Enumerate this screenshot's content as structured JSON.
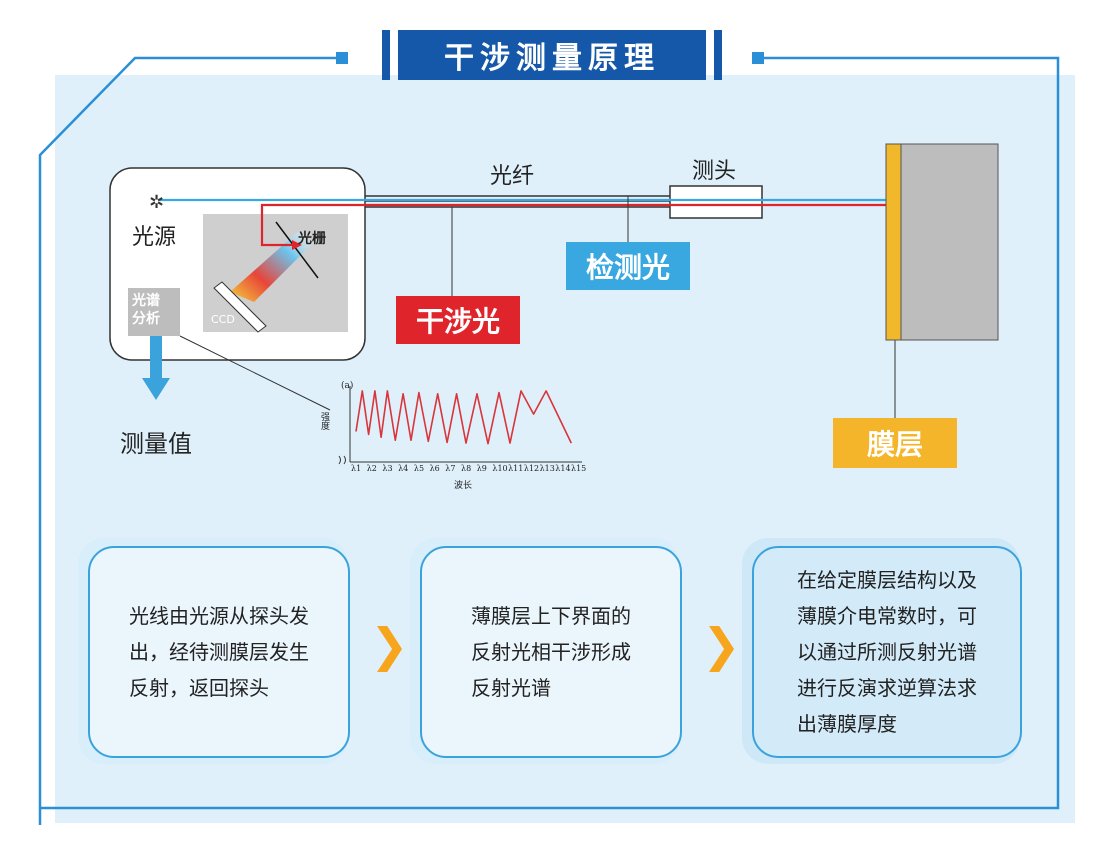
{
  "title": "干涉测量原理",
  "labels": {
    "fiber": "光纤",
    "probe": "测头",
    "light_source": "光源",
    "grating": "光栅",
    "spectrum_analysis": "光谱\n分析",
    "ccd": "CCD",
    "measured_value": "测量值",
    "interference_light": "干涉光",
    "detection_light": "检测光",
    "film_layer": "膜层"
  },
  "chart_data": {
    "type": "line",
    "panel_label": "(a)",
    "ylabel": "强度",
    "xlabel": "波长",
    "x_tick_labels": [
      "λ1",
      "λ2",
      "λ3",
      "λ4",
      "λ5",
      "λ6",
      "λ7",
      "λ8",
      "λ9",
      "λ10",
      "λ11",
      "λ12",
      "λ13",
      "λ14",
      "λ15"
    ],
    "series": [
      {
        "x": [
          1,
          1.4,
          1.8,
          2.2,
          2.6,
          3,
          3.5,
          4,
          4.5,
          5,
          5.6,
          6.2,
          6.8,
          7.4,
          8,
          8.7,
          9.4,
          10.1,
          10.8,
          11.5,
          12.3,
          13.1,
          13.9,
          14.7
        ],
        "y": [
          0.25,
          0.95,
          0.2,
          0.95,
          0.15,
          0.95,
          0.1,
          0.9,
          0.1,
          0.92,
          0.08,
          0.9,
          0.06,
          0.9,
          0.05,
          0.9,
          0.04,
          0.92,
          0.05,
          0.95,
          0.55,
          0.95,
          0.5,
          0.05
        ]
      }
    ],
    "colors": {
      "line": "#d9353b"
    }
  },
  "cards": [
    {
      "text": "光线由光源从探头发\n出，经待测膜层发生\n反射，返回探头"
    },
    {
      "text": "薄膜层上下界面的\n反射光相干涉形成\n反射光谱"
    },
    {
      "text": "在给定膜层结构以及\n薄膜介电常数时，可\n以通过所测反射光谱\n进行反演求逆算法求\n出薄膜厚度"
    }
  ],
  "arrows": [
    {
      "glyph": "❯"
    },
    {
      "glyph": "❯"
    }
  ],
  "colors": {
    "accent_blue": "#1557a8",
    "frame_blue": "#2a8fd6",
    "interference_red": "#e0242c",
    "detection_blue": "#39a8e0",
    "film_yellow": "#f4b52a",
    "chevron_orange": "#f7a51c"
  }
}
